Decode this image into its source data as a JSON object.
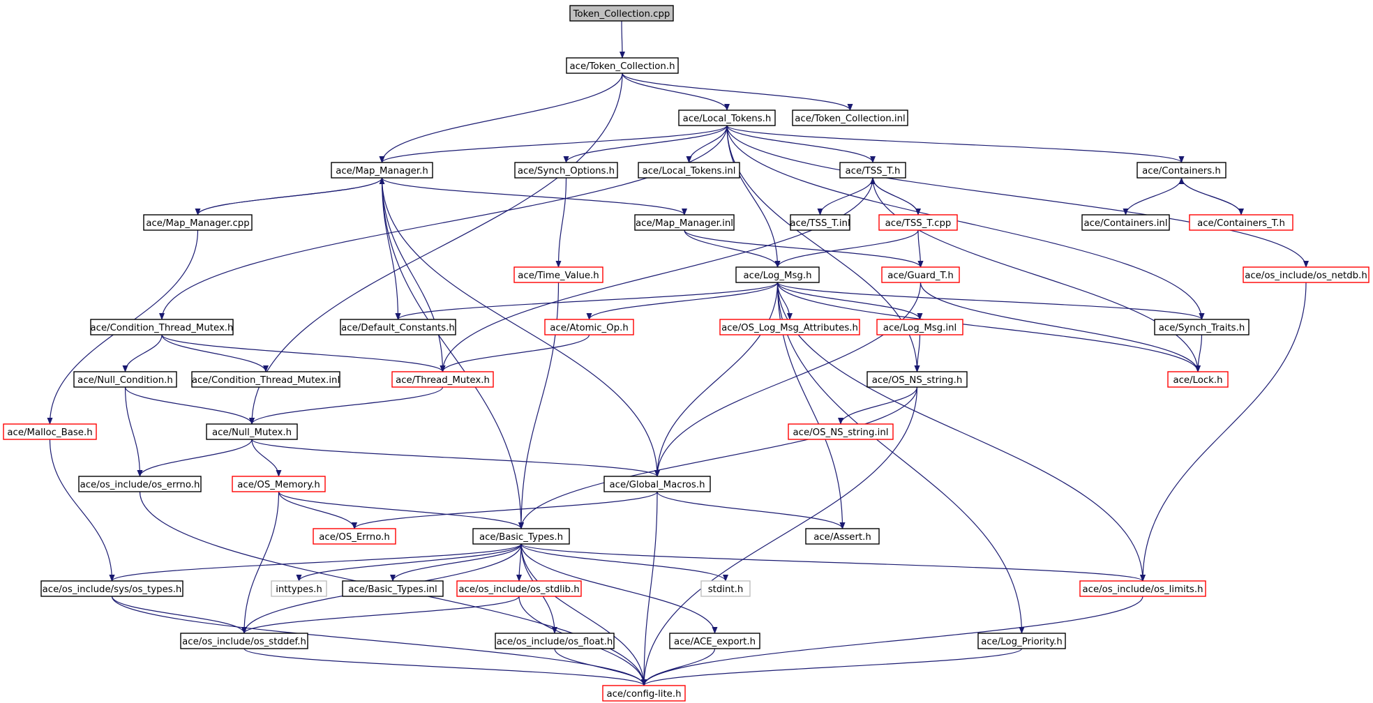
{
  "title": "Token_Collection.cpp",
  "colors": {
    "edge": "#191970",
    "border_normal": "#000000",
    "border_truncated": "#ff0000",
    "border_external": "#bfbfbf",
    "root_fill": "#c0c0c0"
  },
  "nodes": [
    {
      "id": "token_collection_cpp",
      "label": "Token_Collection.cpp",
      "style": "root"
    },
    {
      "id": "token_collection_h",
      "label": "ace/Token_Collection.h",
      "style": "normal"
    },
    {
      "id": "local_tokens_h",
      "label": "ace/Local_Tokens.h",
      "style": "normal"
    },
    {
      "id": "token_collection_inl",
      "label": "ace/Token_Collection.inl",
      "style": "normal"
    },
    {
      "id": "map_manager_h",
      "label": "ace/Map_Manager.h",
      "style": "normal"
    },
    {
      "id": "synch_options_h",
      "label": "ace/Synch_Options.h",
      "style": "normal"
    },
    {
      "id": "local_tokens_inl",
      "label": "ace/Local_Tokens.inl",
      "style": "normal"
    },
    {
      "id": "tss_t_h",
      "label": "ace/TSS_T.h",
      "style": "normal"
    },
    {
      "id": "containers_h",
      "label": "ace/Containers.h",
      "style": "normal"
    },
    {
      "id": "map_manager_cpp",
      "label": "ace/Map_Manager.cpp",
      "style": "normal"
    },
    {
      "id": "map_manager_inl",
      "label": "ace/Map_Manager.inl",
      "style": "normal"
    },
    {
      "id": "tss_t_inl",
      "label": "ace/TSS_T.inl",
      "style": "normal"
    },
    {
      "id": "tss_t_cpp",
      "label": "ace/TSS_T.cpp",
      "style": "truncated"
    },
    {
      "id": "containers_inl",
      "label": "ace/Containers.inl",
      "style": "normal"
    },
    {
      "id": "containers_t_h",
      "label": "ace/Containers_T.h",
      "style": "truncated"
    },
    {
      "id": "time_value_h",
      "label": "ace/Time_Value.h",
      "style": "truncated"
    },
    {
      "id": "log_msg_h",
      "label": "ace/Log_Msg.h",
      "style": "normal"
    },
    {
      "id": "guard_t_h",
      "label": "ace/Guard_T.h",
      "style": "truncated"
    },
    {
      "id": "os_netdb_h",
      "label": "ace/os_include/os_netdb.h",
      "style": "truncated"
    },
    {
      "id": "condition_thread_mutex_h",
      "label": "ace/Condition_Thread_Mutex.h",
      "style": "normal"
    },
    {
      "id": "default_constants_h",
      "label": "ace/Default_Constants.h",
      "style": "normal"
    },
    {
      "id": "atomic_op_h",
      "label": "ace/Atomic_Op.h",
      "style": "truncated"
    },
    {
      "id": "os_log_msg_attributes_h",
      "label": "ace/OS_Log_Msg_Attributes.h",
      "style": "truncated"
    },
    {
      "id": "log_msg_inl",
      "label": "ace/Log_Msg.inl",
      "style": "truncated"
    },
    {
      "id": "synch_traits_h",
      "label": "ace/Synch_Traits.h",
      "style": "normal"
    },
    {
      "id": "null_condition_h",
      "label": "ace/Null_Condition.h",
      "style": "normal"
    },
    {
      "id": "condition_thread_mutex_inl",
      "label": "ace/Condition_Thread_Mutex.inl",
      "style": "normal"
    },
    {
      "id": "thread_mutex_h",
      "label": "ace/Thread_Mutex.h",
      "style": "truncated"
    },
    {
      "id": "os_ns_string_h",
      "label": "ace/OS_NS_string.h",
      "style": "normal"
    },
    {
      "id": "lock_h",
      "label": "ace/Lock.h",
      "style": "truncated"
    },
    {
      "id": "malloc_base_h",
      "label": "ace/Malloc_Base.h",
      "style": "truncated"
    },
    {
      "id": "null_mutex_h",
      "label": "ace/Null_Mutex.h",
      "style": "normal"
    },
    {
      "id": "os_ns_string_inl",
      "label": "ace/OS_NS_string.inl",
      "style": "truncated"
    },
    {
      "id": "os_errno_h",
      "label": "ace/os_include/os_errno.h",
      "style": "normal"
    },
    {
      "id": "os_memory_h",
      "label": "ace/OS_Memory.h",
      "style": "truncated"
    },
    {
      "id": "global_macros_h",
      "label": "ace/Global_Macros.h",
      "style": "normal"
    },
    {
      "id": "os_errno_ace_h",
      "label": "ace/OS_Errno.h",
      "style": "truncated"
    },
    {
      "id": "basic_types_h",
      "label": "ace/Basic_Types.h",
      "style": "normal"
    },
    {
      "id": "assert_h",
      "label": "ace/Assert.h",
      "style": "normal"
    },
    {
      "id": "os_types_h",
      "label": "ace/os_include/sys/os_types.h",
      "style": "normal"
    },
    {
      "id": "inttypes_h",
      "label": "inttypes.h",
      "style": "external"
    },
    {
      "id": "basic_types_inl",
      "label": "ace/Basic_Types.inl",
      "style": "normal"
    },
    {
      "id": "os_stdlib_h",
      "label": "ace/os_include/os_stdlib.h",
      "style": "truncated"
    },
    {
      "id": "stdint_h",
      "label": "stdint.h",
      "style": "external"
    },
    {
      "id": "os_limits_h",
      "label": "ace/os_include/os_limits.h",
      "style": "truncated"
    },
    {
      "id": "os_stddef_h",
      "label": "ace/os_include/os_stddef.h",
      "style": "normal"
    },
    {
      "id": "os_float_h",
      "label": "ace/os_include/os_float.h",
      "style": "normal"
    },
    {
      "id": "ace_export_h",
      "label": "ace/ACE_export.h",
      "style": "normal"
    },
    {
      "id": "log_priority_h",
      "label": "ace/Log_Priority.h",
      "style": "normal"
    },
    {
      "id": "config_lite_h",
      "label": "ace/config-lite.h",
      "style": "truncated"
    }
  ],
  "edges": [
    [
      "token_collection_cpp",
      "token_collection_h"
    ],
    [
      "token_collection_h",
      "local_tokens_h"
    ],
    [
      "token_collection_h",
      "token_collection_inl"
    ],
    [
      "token_collection_h",
      "map_manager_h"
    ],
    [
      "token_collection_h",
      "null_mutex_h"
    ],
    [
      "local_tokens_h",
      "map_manager_h"
    ],
    [
      "local_tokens_h",
      "synch_options_h"
    ],
    [
      "local_tokens_h",
      "local_tokens_inl"
    ],
    [
      "local_tokens_h",
      "tss_t_h"
    ],
    [
      "local_tokens_h",
      "containers_h"
    ],
    [
      "local_tokens_h",
      "log_msg_h"
    ],
    [
      "local_tokens_h",
      "condition_thread_mutex_h"
    ],
    [
      "local_tokens_h",
      "os_netdb_h"
    ],
    [
      "local_tokens_h",
      "synch_traits_h"
    ],
    [
      "local_tokens_h",
      "os_ns_string_h"
    ],
    [
      "map_manager_h",
      "map_manager_cpp"
    ],
    [
      "map_manager_cpp",
      "map_manager_h"
    ],
    [
      "map_manager_h",
      "map_manager_inl"
    ],
    [
      "map_manager_h",
      "default_constants_h"
    ],
    [
      "map_manager_h",
      "thread_mutex_h"
    ],
    [
      "map_manager_h",
      "global_macros_h"
    ],
    [
      "map_manager_h",
      "basic_types_h"
    ],
    [
      "map_manager_cpp",
      "malloc_base_h"
    ],
    [
      "map_manager_inl",
      "log_msg_h"
    ],
    [
      "map_manager_inl",
      "guard_t_h"
    ],
    [
      "synch_options_h",
      "time_value_h"
    ],
    [
      "tss_t_h",
      "tss_t_inl"
    ],
    [
      "tss_t_h",
      "tss_t_cpp"
    ],
    [
      "tss_t_cpp",
      "tss_t_h"
    ],
    [
      "tss_t_h",
      "thread_mutex_h"
    ],
    [
      "tss_t_h",
      "lock_h"
    ],
    [
      "tss_t_cpp",
      "log_msg_h"
    ],
    [
      "tss_t_cpp",
      "guard_t_h"
    ],
    [
      "containers_h",
      "containers_inl"
    ],
    [
      "containers_h",
      "containers_t_h"
    ],
    [
      "containers_t_h",
      "containers_h"
    ],
    [
      "guard_t_h",
      "lock_h"
    ],
    [
      "guard_t_h",
      "global_macros_h"
    ],
    [
      "time_value_h",
      "basic_types_h"
    ],
    [
      "log_msg_h",
      "default_constants_h"
    ],
    [
      "log_msg_h",
      "atomic_op_h"
    ],
    [
      "log_msg_h",
      "os_log_msg_attributes_h"
    ],
    [
      "log_msg_h",
      "log_msg_inl"
    ],
    [
      "log_msg_h",
      "synch_traits_h"
    ],
    [
      "log_msg_h",
      "global_macros_h"
    ],
    [
      "log_msg_h",
      "assert_h"
    ],
    [
      "log_msg_h",
      "os_limits_h"
    ],
    [
      "log_msg_h",
      "log_priority_h"
    ],
    [
      "log_msg_h",
      "lock_h"
    ],
    [
      "log_msg_inl",
      "os_ns_string_h"
    ],
    [
      "os_netdb_h",
      "os_limits_h"
    ],
    [
      "condition_thread_mutex_h",
      "null_condition_h"
    ],
    [
      "condition_thread_mutex_h",
      "condition_thread_mutex_inl"
    ],
    [
      "condition_thread_mutex_h",
      "thread_mutex_h"
    ],
    [
      "atomic_op_h",
      "thread_mutex_h"
    ],
    [
      "synch_traits_h",
      "lock_h"
    ],
    [
      "null_condition_h",
      "null_mutex_h"
    ],
    [
      "null_condition_h",
      "os_errno_h"
    ],
    [
      "thread_mutex_h",
      "null_mutex_h"
    ],
    [
      "os_ns_string_h",
      "os_ns_string_inl"
    ],
    [
      "os_ns_string_h",
      "basic_types_h"
    ],
    [
      "os_ns_string_h",
      "config_lite_h"
    ],
    [
      "malloc_base_h",
      "os_types_h"
    ],
    [
      "null_mutex_h",
      "os_errno_h"
    ],
    [
      "null_mutex_h",
      "os_memory_h"
    ],
    [
      "null_mutex_h",
      "global_macros_h"
    ],
    [
      "os_errno_h",
      "config_lite_h"
    ],
    [
      "os_memory_h",
      "os_errno_ace_h"
    ],
    [
      "os_memory_h",
      "basic_types_h"
    ],
    [
      "os_memory_h",
      "os_stddef_h"
    ],
    [
      "global_macros_h",
      "os_errno_ace_h"
    ],
    [
      "global_macros_h",
      "assert_h"
    ],
    [
      "global_macros_h",
      "config_lite_h"
    ],
    [
      "basic_types_h",
      "os_types_h"
    ],
    [
      "basic_types_h",
      "inttypes_h"
    ],
    [
      "basic_types_h",
      "basic_types_inl"
    ],
    [
      "basic_types_h",
      "os_stdlib_h"
    ],
    [
      "basic_types_h",
      "stdint_h"
    ],
    [
      "basic_types_h",
      "os_limits_h"
    ],
    [
      "basic_types_h",
      "os_stddef_h"
    ],
    [
      "basic_types_h",
      "os_float_h"
    ],
    [
      "basic_types_h",
      "ace_export_h"
    ],
    [
      "basic_types_h",
      "config_lite_h"
    ],
    [
      "os_types_h",
      "os_stddef_h"
    ],
    [
      "os_types_h",
      "config_lite_h"
    ],
    [
      "os_stdlib_h",
      "os_stddef_h"
    ],
    [
      "os_stdlib_h",
      "config_lite_h"
    ],
    [
      "os_limits_h",
      "config_lite_h"
    ],
    [
      "os_stddef_h",
      "config_lite_h"
    ],
    [
      "os_float_h",
      "config_lite_h"
    ],
    [
      "ace_export_h",
      "config_lite_h"
    ],
    [
      "log_priority_h",
      "config_lite_h"
    ]
  ]
}
